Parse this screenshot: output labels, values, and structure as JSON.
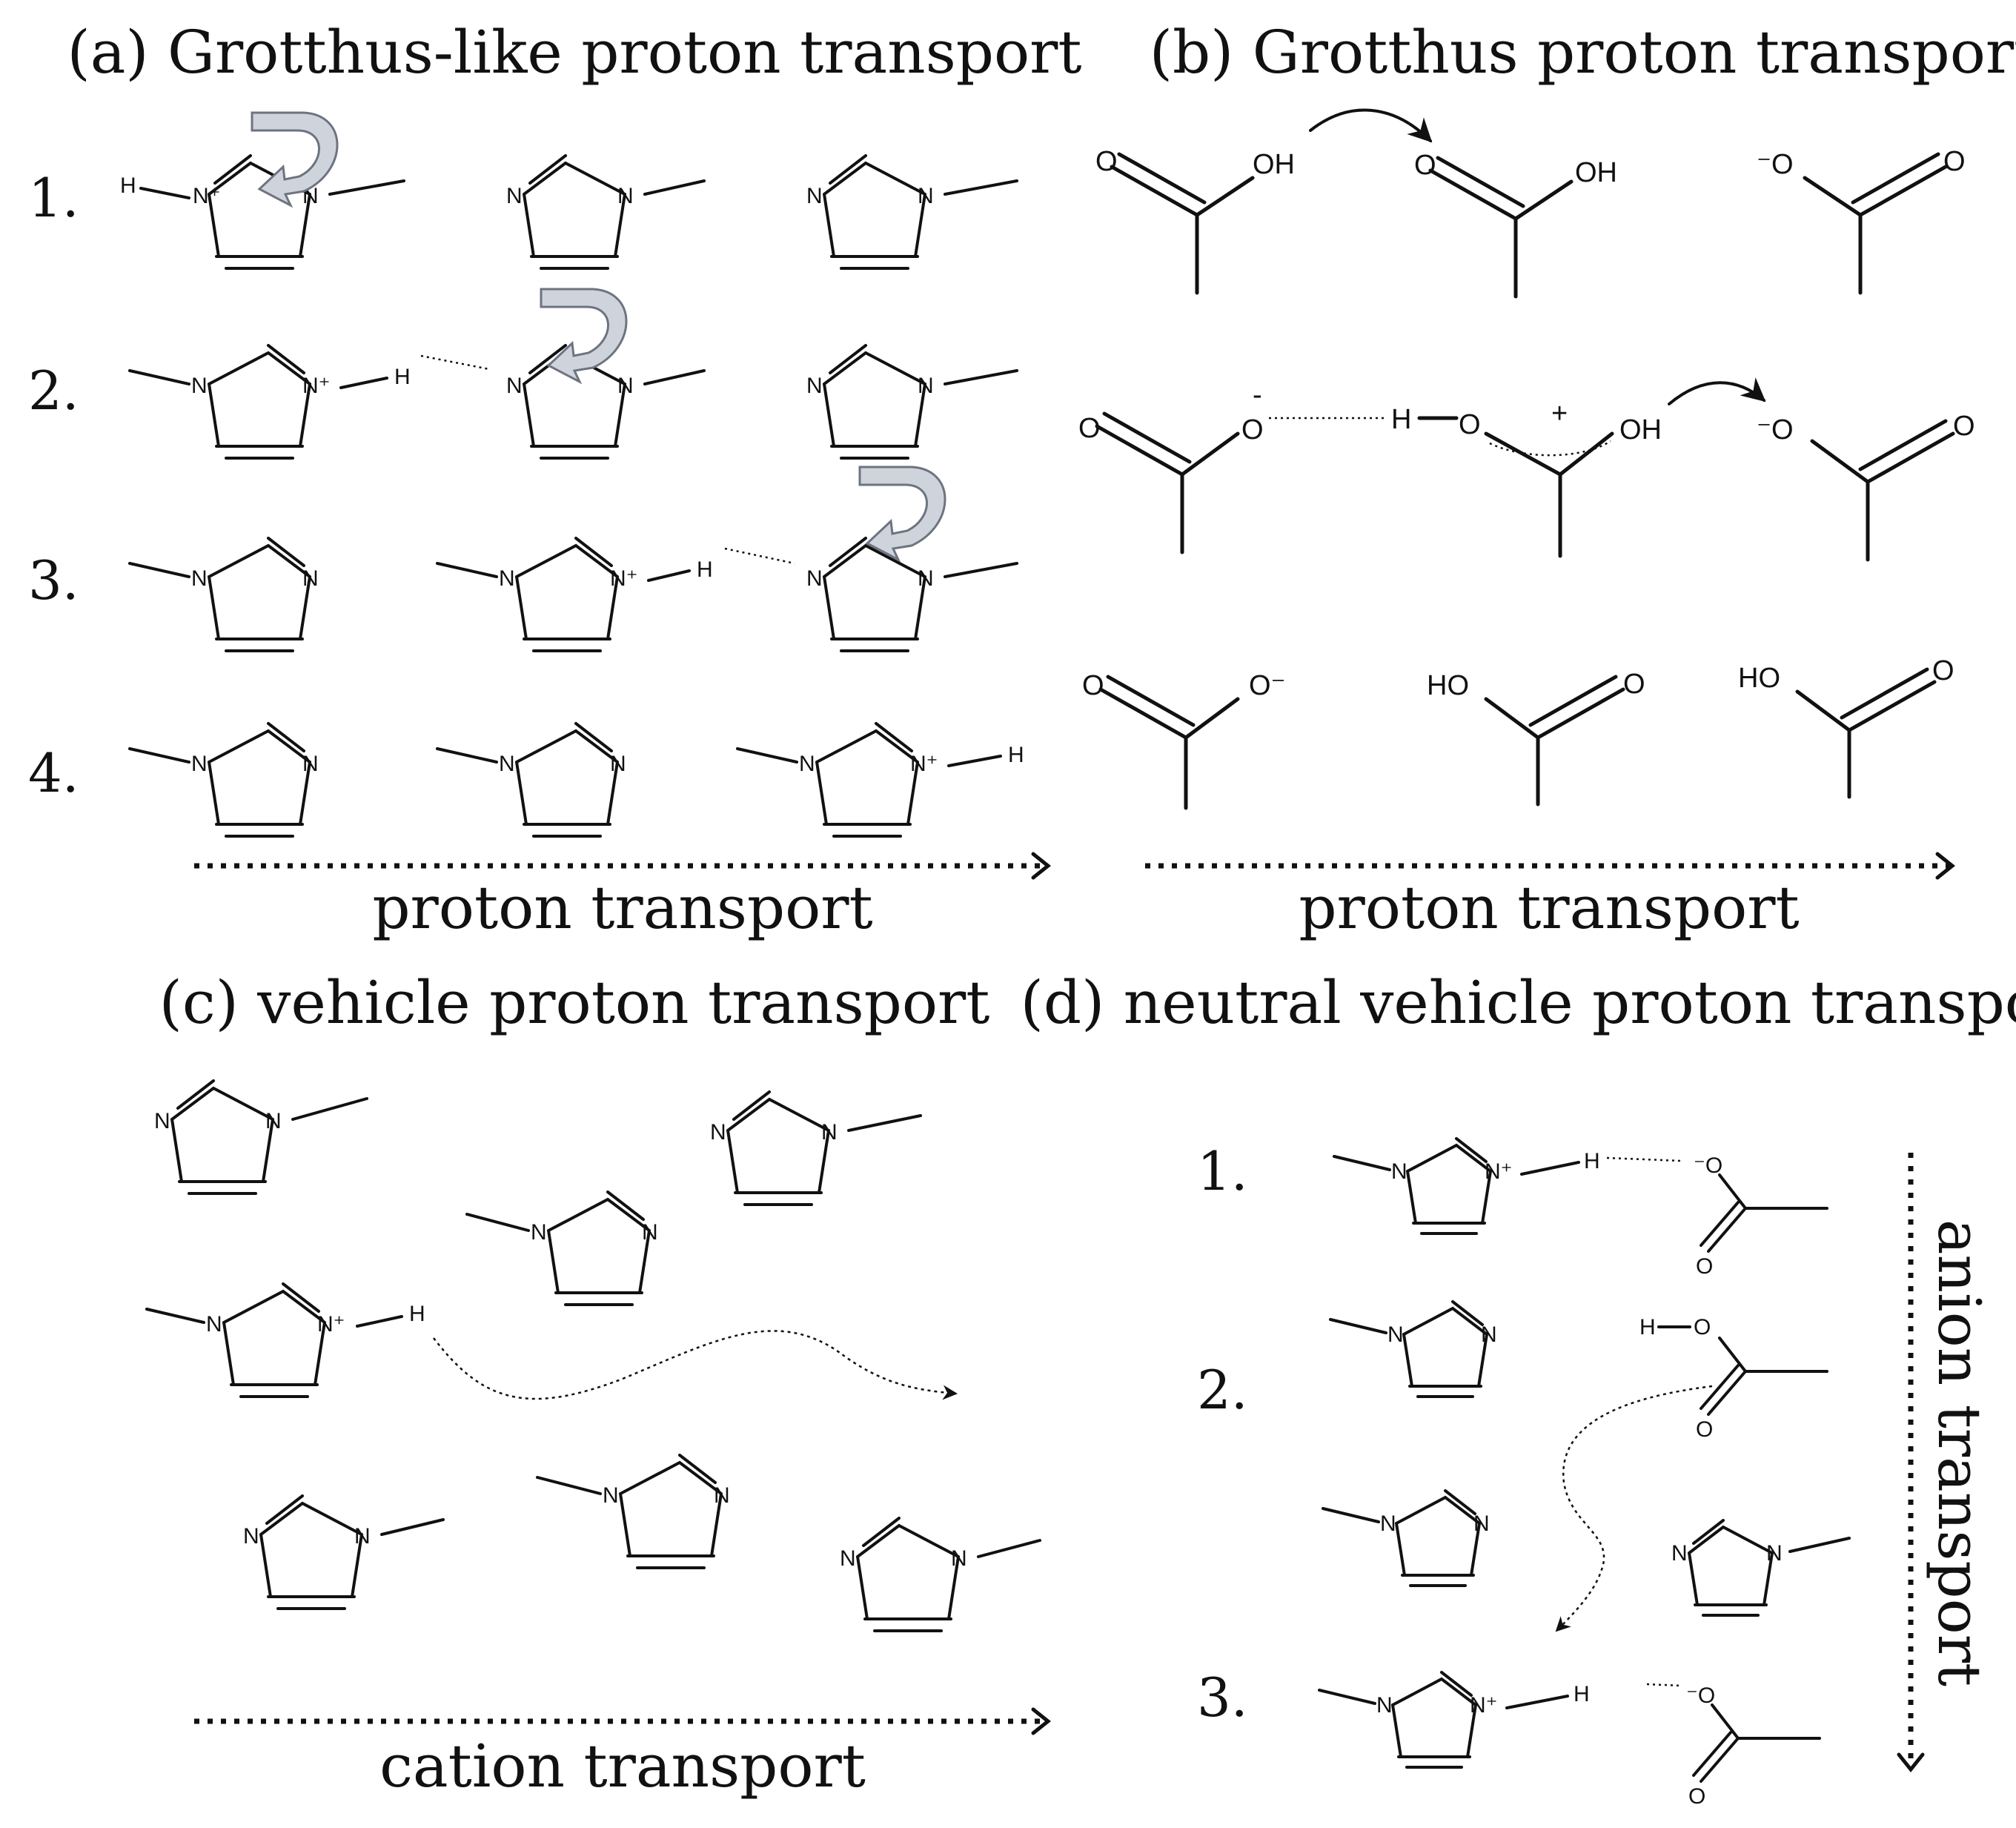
{
  "panels": {
    "a": {
      "title": "(a) Grotthus-like proton transport",
      "steps": [
        "1.",
        "2.",
        "3.",
        "4."
      ],
      "axis_label": "proton transport"
    },
    "b": {
      "title": "(b) Grotthus proton transport",
      "axis_label": "proton transport"
    },
    "c": {
      "title": "(c) vehicle proton transport",
      "axis_label": "cation transport"
    },
    "d": {
      "title": "(d) neutral vehicle proton transport",
      "steps": [
        "1.",
        "2.",
        "3."
      ],
      "axis_label": "anion transport"
    }
  },
  "atoms": {
    "N": "N",
    "N_plus": "N⁺",
    "H": "H",
    "O": "O",
    "OH": "OH",
    "HO": "HO",
    "O_minus_left": "⁻O",
    "O_minus_right": "O⁻",
    "minus": "-",
    "plus": "+"
  },
  "colors": {
    "ink": "#111111",
    "arrow_fill": "#cfd4dc",
    "arrow_stroke": "#6d7480"
  }
}
